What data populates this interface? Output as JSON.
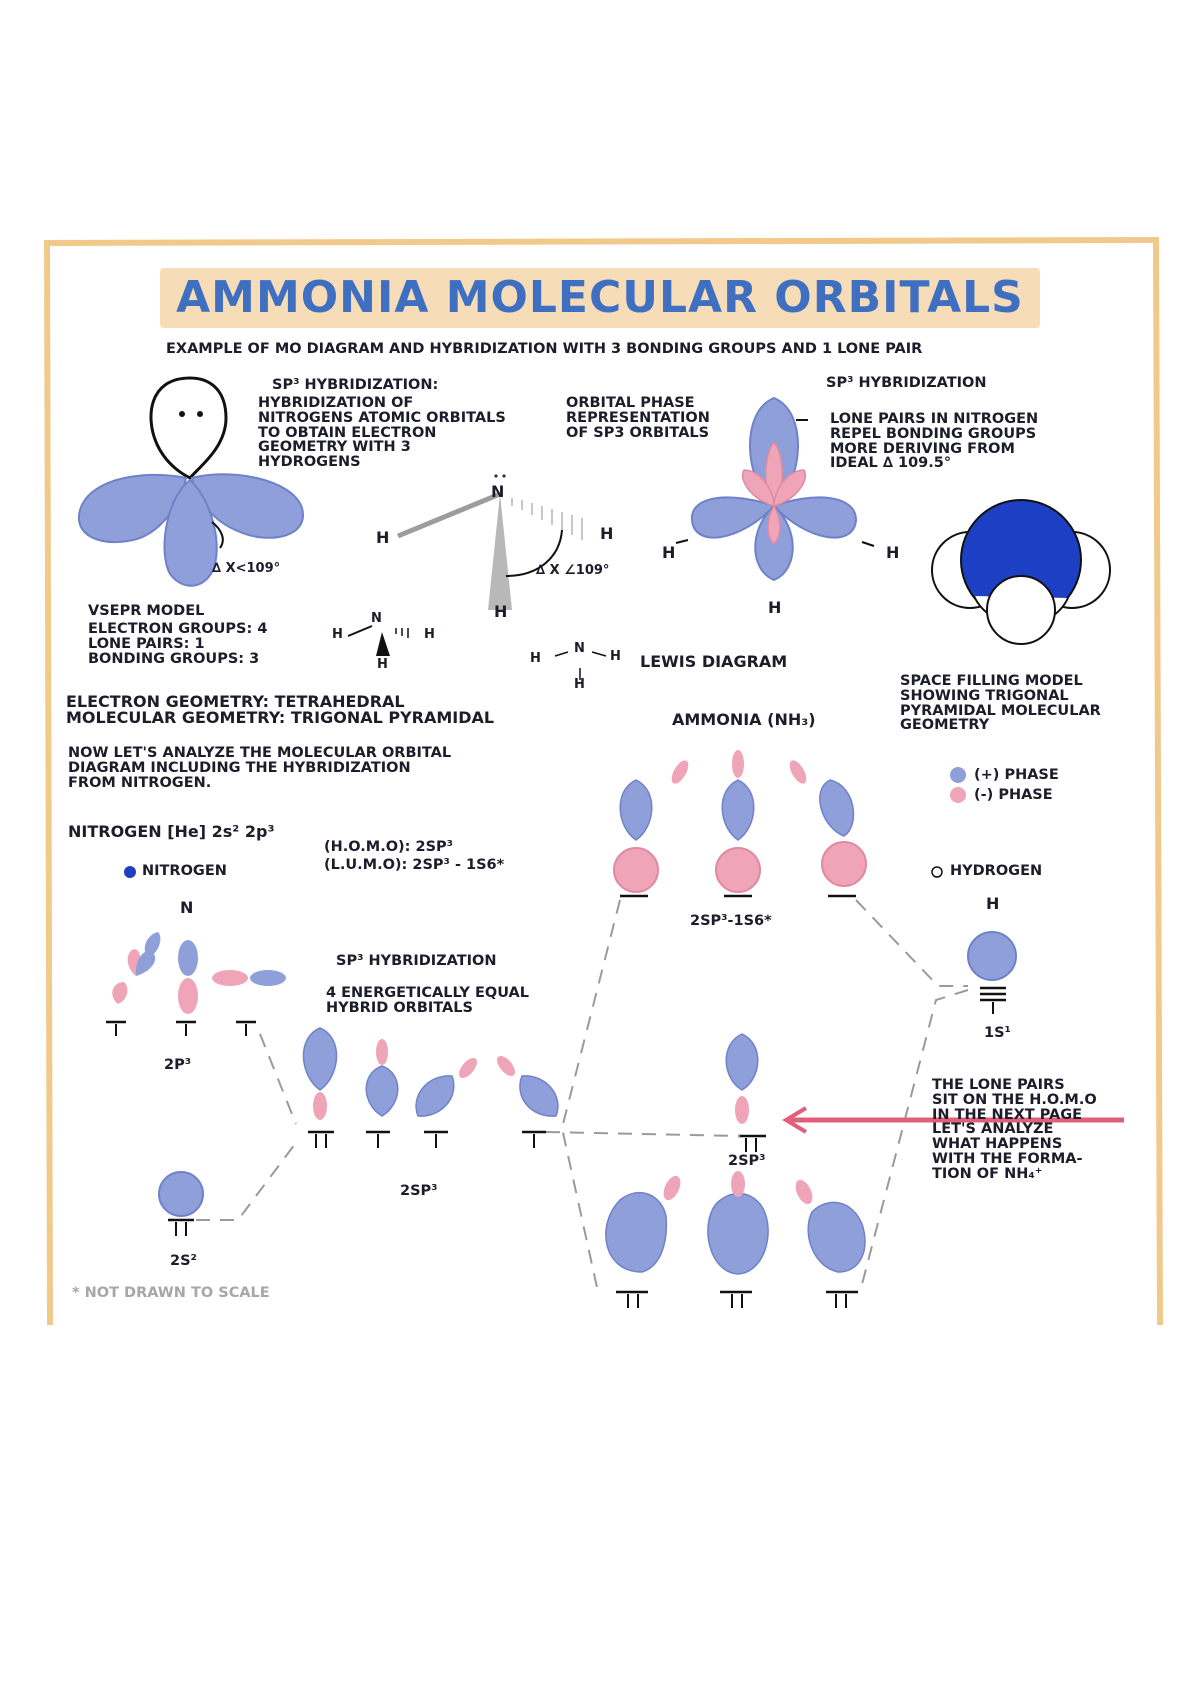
{
  "title": "AMMONiA MOLECULAR ORBiTALS",
  "subtitle": "EXAMPLE OF MO DIAGRAM AND HYBRIDIZATION WITH 3 BONDING GROUPS AND 1 LONE PAIR",
  "sp3_note": {
    "heading": "SP³ HYBRIDIZATION:",
    "body": "HYBRIDIZATION OF\nNITROGENS ATOMIC ORBITALS\nTO OBTAIN ELECTRON\nGEOMETRY WITH 3\nHYDROGENS"
  },
  "orbital_phase_note": "ORBITAL PHASE\nREPRESENTATION\nOF SP3 ORBITALS",
  "sp3_heading_right": "SP³ HYBRIDIZATION",
  "lone_pair_note": "LONE PAIRS IN NITROGEN\nREPEL BONDING GROUPS\nMORE DERIVING FROM\nIDEAL ∆ 109.5°",
  "angle_label_1": "∆ X<109°",
  "angle_label_2": "∆ X ∠109°",
  "atoms": {
    "n": "N",
    "h": "H"
  },
  "vsepr": {
    "heading": "VSEPR MODEL",
    "lines": "ELECTRON GROUPS: 4\nLONE PAIRS: 1\nBONDING GROUPS: 3"
  },
  "lewis_label": "LEWIS DIAGRAM",
  "geometry_lines": "ELECTRON GEOMETRY: TETRAHEDRAL\nMOLECULAR GEOMETRY: TRIGONAL PYRAMIDAL",
  "ammonia_label": "AMMONIA (NH₃)",
  "space_filling_note": "SPACE FILLING MODEL\nSHOWING TRIGONAL\nPYRAMIDAL MOLECULAR\nGEOMETRY",
  "analyze_note": "NOW LET'S ANALYZE THE MOLECULAR ORBITAL\nDIAGRAM INCLUDING THE HYBRIDIZATION\nFROM NITROGEN.",
  "legend": {
    "plus": "(+) PHASE",
    "minus": "(-) PHASE"
  },
  "config": "NITROGEN [He] 2s² 2p³",
  "homo": "(H.O.M.O): 2SP³",
  "lumo": "(L.U.M.O): 2SP³ - 1S6*",
  "nitrogen_label": "NITROGEN",
  "hydrogen_label": "HYDROGEN",
  "n_lewis": "N",
  "h_lewis": "H",
  "antibonding_label": "2SP³-1S6*",
  "sp3_hybrid_heading": "SP³ HYBRIDIZATION",
  "energetically_equal": "4 ENERGETICALLY EQUAL\nHYBRID ORBITALS",
  "label_2p3": "2P³",
  "label_2sp3_left": "2SP³",
  "label_2s2": "2S²",
  "label_1s1": "1S¹",
  "label_2sp3_mid": "2SP³",
  "lone_pairs_note": "THE LONE PAIRS\nSIT ON THE H.O.M.O\nIN THE NEXT PAGE\nLET'S ANALYZE\nWHAT HAPPENS\nWITH THE FORMA-\nTION OF NH₄⁺",
  "footnote": "* NOT DRAWN TO SCALE",
  "colors": {
    "blue": "#8e9fda",
    "blue_edge": "#6f82c9",
    "pink": "#efa4b8",
    "dark_blue": "#1c3fc4",
    "frame": "#f1c98b",
    "title_bg": "#f7dcb8",
    "accent_red": "#e0607a"
  }
}
